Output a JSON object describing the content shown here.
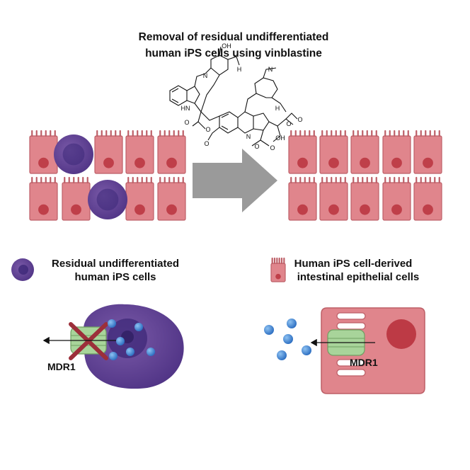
{
  "title": {
    "line1": "Removal of residual undifferentiated",
    "line2": "human iPS cells using vinblastine"
  },
  "molecule": {
    "atoms": {
      "oh_top": "OH",
      "n_top": "N",
      "h_top": "H",
      "hn_indole": "HN",
      "n_right": "N",
      "n_indoline": "N",
      "o_ester1": "O",
      "o_ester1b": "O",
      "o_methoxy": "O",
      "o_ester2": "O",
      "o_ester2b": "O",
      "oh_bottom": "OH",
      "o_acetate": "O",
      "o_acetate2": "O",
      "h_bottom": "H"
    }
  },
  "legend": {
    "ips": {
      "line1": "Residual undifferentiated",
      "line2": "human iPS cells"
    },
    "iec": {
      "line1": "Human iPS cell-derived",
      "line2": "intestinal epithelial cells"
    }
  },
  "mechanism": {
    "ips_transporter_label": "MDR1",
    "iec_transporter_label": "MDR1"
  },
  "colors": {
    "epithelial_fill": "#e0858c",
    "epithelial_stroke": "#bd5f67",
    "nucleus": "#b9323d",
    "ips_cell": "#5b3d8c",
    "ips_nucleus": "#3d2878",
    "arrow": "#9a9a9a",
    "drug": "#3b7fd0",
    "transporter": "#a8d49a",
    "cross": "#9c2f3a"
  }
}
